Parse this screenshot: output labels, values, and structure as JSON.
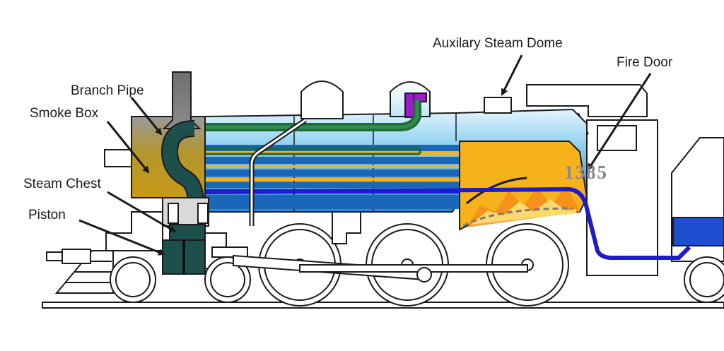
{
  "labels": {
    "auxiliary_steam_dome": "Auxilary Steam Dome",
    "fire_door": "Fire Door",
    "branch_pipe": "Branch Pipe",
    "smoke_box": "Smoke Box",
    "steam_chest": "Steam Chest",
    "piston": "Piston"
  },
  "engine_number": "1385",
  "colors": {
    "outline": "#1a1a1a",
    "boiler_light": "#bfe6f7",
    "boiler_blue": "#1a66b8",
    "firebox": "#f5b21a",
    "smokebox": "#c79a1e",
    "steam_pipe_green": "#1e6b36",
    "branch_pipe_teal": "#1d4f4c",
    "firebox_pipe_blue": "#1c1ccc",
    "dome_purple": "#9a1ec8",
    "tender_blue": "#1f4fd1",
    "stack_gray": "#7d7d7d"
  }
}
